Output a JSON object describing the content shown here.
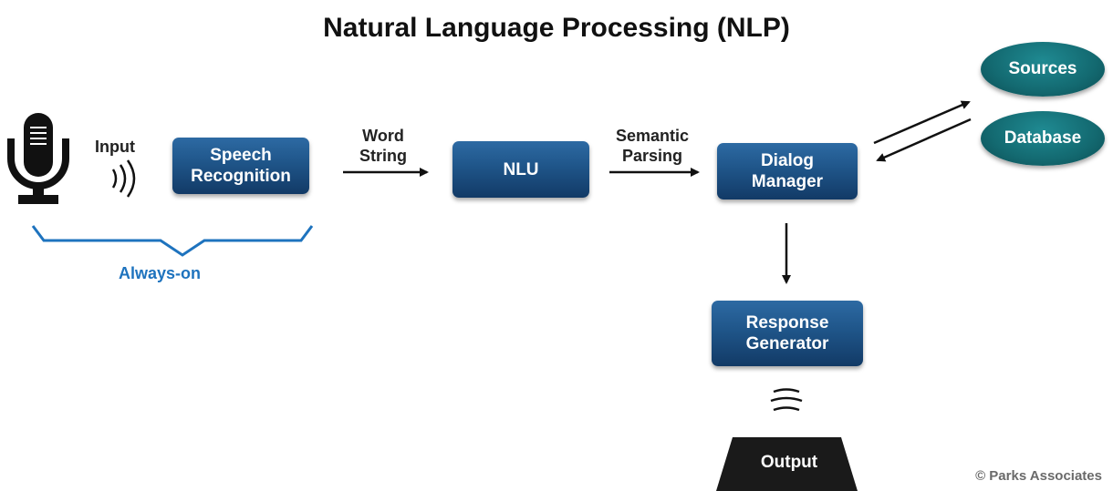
{
  "title": "Natural Language Processing (NLP)",
  "input_label": "Input",
  "always_on_label": "Always-on",
  "word_string_label": "Word\nString",
  "semantic_parsing_label": "Semantic\nParsing",
  "boxes": {
    "speech_recognition": "Speech\nRecognition",
    "nlu": "NLU",
    "dialog_manager": "Dialog\nManager",
    "response_generator": "Response\nGenerator"
  },
  "sources": "Sources",
  "database": "Database",
  "output": "Output",
  "copyright": "© Parks Associates",
  "colors": {
    "box": "#1f5589",
    "oval": "#136970",
    "accent": "#1e73be"
  },
  "icons": [
    "microphone-icon",
    "sound-waves-icon",
    "speaker-waves-icon"
  ]
}
